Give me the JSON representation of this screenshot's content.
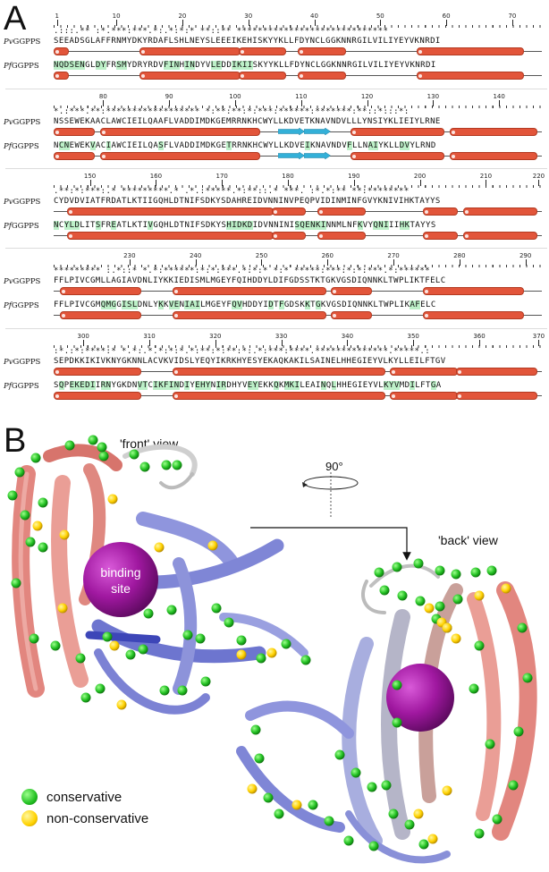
{
  "panel_labels": {
    "a": "A",
    "b": "B"
  },
  "sequence_labels": {
    "pv_prefix": "Pv",
    "pf_prefix": "Pf",
    "suffix": "GGPPS"
  },
  "alignment_blocks": [
    {
      "ruler": [
        {
          "n": "1",
          "pos": 0
        },
        {
          "n": "10",
          "pos": 9
        },
        {
          "n": "20",
          "pos": 19
        },
        {
          "n": "30",
          "pos": 29
        },
        {
          "n": "40",
          "pos": 39
        },
        {
          "n": "50",
          "pos": 49
        },
        {
          "n": "60",
          "pos": 59
        },
        {
          "n": "70",
          "pos": 69
        }
      ],
      "conservation": ".:::.** :*.***:***.*:.*:*:* **::** *****************************",
      "pv": "SEEADSGLAFFRNMYDKYRDAFLSHLNEYSLEEEIKEHISKYYKLLFDYNCLGGKNNRGILVILIYEYVKNRDI",
      "pf": "NQDSENGLDYFRSMYDRYRDVFINHINDYVLEDDIKIISKYYKLLFDYNCLGGKNNRGILVILIYEYVKNRDI",
      "pf_hl": [
        0,
        1,
        2,
        3,
        4,
        5,
        8,
        9,
        12,
        13,
        21,
        22,
        23,
        25,
        26,
        30,
        31,
        34,
        35,
        36,
        37
      ],
      "pv_helices": [
        [
          0,
          1
        ],
        [
          13,
          27
        ],
        [
          28,
          34
        ],
        [
          37,
          43
        ],
        [
          55,
          70
        ]
      ],
      "pf_helices": [
        [
          0,
          1
        ],
        [
          13,
          27
        ],
        [
          28,
          34
        ],
        [
          37,
          43
        ],
        [
          55,
          70
        ]
      ],
      "strands": []
    },
    {
      "ruler": [
        {
          "n": "80",
          "pos": 7
        },
        {
          "n": "90",
          "pos": 17
        },
        {
          "n": "100",
          "pos": 27
        },
        {
          "n": "110",
          "pos": 37
        },
        {
          "n": "120",
          "pos": 47
        },
        {
          "n": "130",
          "pos": 57
        },
        {
          "n": "140",
          "pos": 67
        }
      ],
      "conservation": "*.:***.**:****************** *:**:**:*:***:******:*******:**::*:::*:",
      "pv": "NSSEWEKAACLAWCIEILQAAFLVADDIMDKGEMRRNKHCWYLLKDVETKNAVNDVLLLYNSIYKLIEIYLRNE",
      "pf": "NCNEWEKVACIAWCIEILQASFLVADDIMDKGETRRNKHCWYLLKDVEIKNAVNDVFLLNAIYKLLDVYLRND",
      "pf_hl": [
        1,
        2,
        7,
        10,
        20,
        33,
        48,
        56,
        60,
        61,
        66,
        67
      ],
      "pv_helices": [
        [
          0,
          5
        ],
        [
          7,
          30
        ],
        [
          45,
          58
        ],
        [
          60,
          72
        ]
      ],
      "pf_helices": [
        [
          0,
          5
        ],
        [
          7,
          30
        ],
        [
          45,
          58
        ],
        [
          60,
          72
        ]
      ],
      "strands": [
        [
          34,
          37
        ],
        [
          38,
          41
        ]
      ]
    },
    {
      "ruler": [
        {
          "n": "150",
          "pos": 5
        },
        {
          "n": "160",
          "pos": 15
        },
        {
          "n": "170",
          "pos": 25
        },
        {
          "n": "180",
          "pos": 35
        },
        {
          "n": "190",
          "pos": 45
        },
        {
          "n": "200",
          "pos": 55
        },
        {
          "n": "210",
          "pos": 65
        },
        {
          "n": "220",
          "pos": 73
        }
      ],
      "conservation": ".**:*:***:.* *********.* .*.:*****.*:**::.* ***. :*.*:** **:********",
      "pv": "CYDVDVIATFRDATLKTIIGQHLDTNIFSDKYSDAHREIDVNNINVPEQPVIDINMINFGVYKNIVIHKTAYYS",
      "pf": "NCYLDLITSFREATLKTIVGQHLDTNIFSDKYSHIDKDIDVNNINISQENKINNMLNFKVYQNIIIHKTAYYS",
      "pf_hl": [
        0,
        2,
        3,
        4,
        8,
        11,
        18,
        33,
        34,
        35,
        36,
        37,
        46,
        47,
        48,
        49,
        50,
        51,
        58,
        61,
        62,
        63,
        66,
        67
      ],
      "pv_helices": [
        [
          2,
          32
        ],
        [
          33,
          37
        ],
        [
          40,
          46
        ],
        [
          56,
          60
        ],
        [
          62,
          72
        ]
      ],
      "pf_helices": [
        [
          2,
          32
        ],
        [
          33,
          37
        ],
        [
          40,
          46
        ],
        [
          56,
          60
        ],
        [
          62,
          72
        ]
      ],
      "strands": []
    },
    {
      "ruler": [
        {
          "n": "230",
          "pos": 11
        },
        {
          "n": "240",
          "pos": 21
        },
        {
          "n": "250",
          "pos": 31
        },
        {
          "n": "260",
          "pos": 41
        },
        {
          "n": "270",
          "pos": 51
        },
        {
          "n": "280",
          "pos": 61
        },
        {
          "n": "290",
          "pos": 71
        }
      ],
      "conservation": "********* :.*::* *.*:******:*:*:***.*:*:* *:* *****:***:*:*:***.*:******",
      "pv": "FFLPIVCGMLLAGIAVDNLIYKKIEDISMLMGEYFQIHDDYLDIFGDSSTKTGKVGSDIQNNKLTWPLIKTFELC",
      "pf": "FFLPIVCGMQMGGISLDNLYKKVENIAILMGEYFQVHDDYIDTFGDSKKTGKVGSDIQNNKLTWPLIKAFELC",
      "pf_hl": [
        9,
        10,
        11,
        13,
        14,
        15,
        20,
        22,
        23,
        25,
        26,
        27,
        34,
        35,
        41,
        43,
        48,
        50,
        68,
        69
      ],
      "pv_helices": [
        [
          1,
          12
        ],
        [
          18,
          40
        ],
        [
          42,
          47
        ],
        [
          56,
          70
        ]
      ],
      "pf_helices": [
        [
          1,
          12
        ],
        [
          18,
          40
        ],
        [
          42,
          47
        ],
        [
          56,
          70
        ]
      ],
      "strands": []
    },
    {
      "ruler": [
        {
          "n": "300",
          "pos": 4
        },
        {
          "n": "310",
          "pos": 14
        },
        {
          "n": "320",
          "pos": 24
        },
        {
          "n": "330",
          "pos": 34
        },
        {
          "n": "340",
          "pos": 44
        },
        {
          "n": "350",
          "pos": 54
        },
        {
          "n": "360",
          "pos": 64
        },
        {
          "n": "370",
          "pos": 73
        }
      ],
      "conservation": ":*.:*:****:* *.*:.*.*:*:*.*:**:*:**:*:.*:***:****.**************.*****.:",
      "pv": "SEPDKKIKIVKNYGKNNLACVKVIDSLYEQYIKRKHYESYEKAQKAKILSAINELHHEGIEYVLKYLLEILFTGV",
      "pf": "SQPEKEDIIRNYGKDNVTCIKFINDIYEHYNIRDHYVEYEKKQKMKILEAINQLHHEGIEYVLKYVMDILFTGA",
      "pf_hl": [
        1,
        3,
        4,
        5,
        6,
        7,
        9,
        10,
        16,
        17,
        19,
        20,
        21,
        22,
        23,
        25,
        27,
        28,
        29,
        31,
        32,
        37,
        38,
        42,
        44,
        45,
        46,
        51,
        53,
        63,
        64,
        65,
        68,
        72
      ],
      "pv_helices": [
        [
          0,
          12
        ],
        [
          18,
          49
        ],
        [
          51,
          60
        ],
        [
          61,
          72
        ]
      ],
      "pf_helices": [
        [
          0,
          12
        ],
        [
          18,
          49
        ],
        [
          51,
          60
        ],
        [
          61,
          72
        ]
      ],
      "strands": []
    }
  ],
  "panel_b": {
    "front_view": "'front' view",
    "back_view": "'back' view",
    "rotation": "90°",
    "binding_site": [
      "binding",
      "site"
    ],
    "legend": [
      {
        "label": "conservative",
        "color": "#2ecc40"
      },
      {
        "label": "non-conservative",
        "color": "#ffd700"
      }
    ]
  },
  "colors": {
    "helix": "#e2553a",
    "strand": "#33b0d8",
    "highlight": "#bdf0c8",
    "ribbon_red": "#e08078",
    "ribbon_blue": "#7f86d6",
    "sphere": "#a018a0"
  }
}
